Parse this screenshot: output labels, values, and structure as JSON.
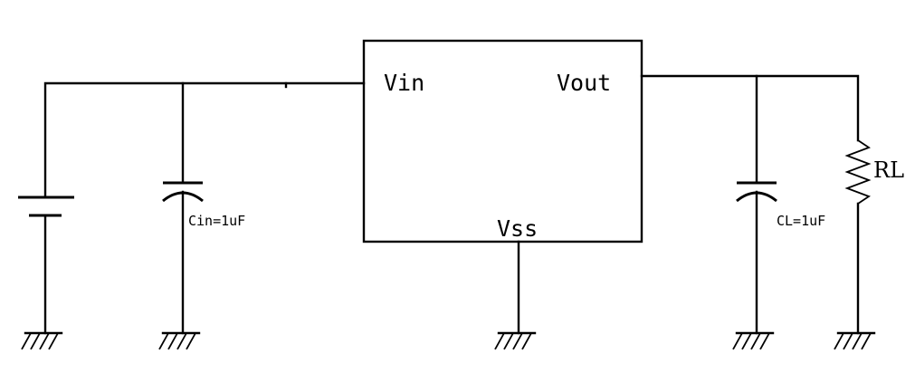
{
  "pins": {
    "vin": "Vin",
    "vout": "Vout",
    "vss": "Vss"
  },
  "components": {
    "cin": "Cin=1uF",
    "cl": "CL=1uF",
    "rl": "RL"
  },
  "colors": {
    "ink": "#000000",
    "background": "#ffffff"
  }
}
